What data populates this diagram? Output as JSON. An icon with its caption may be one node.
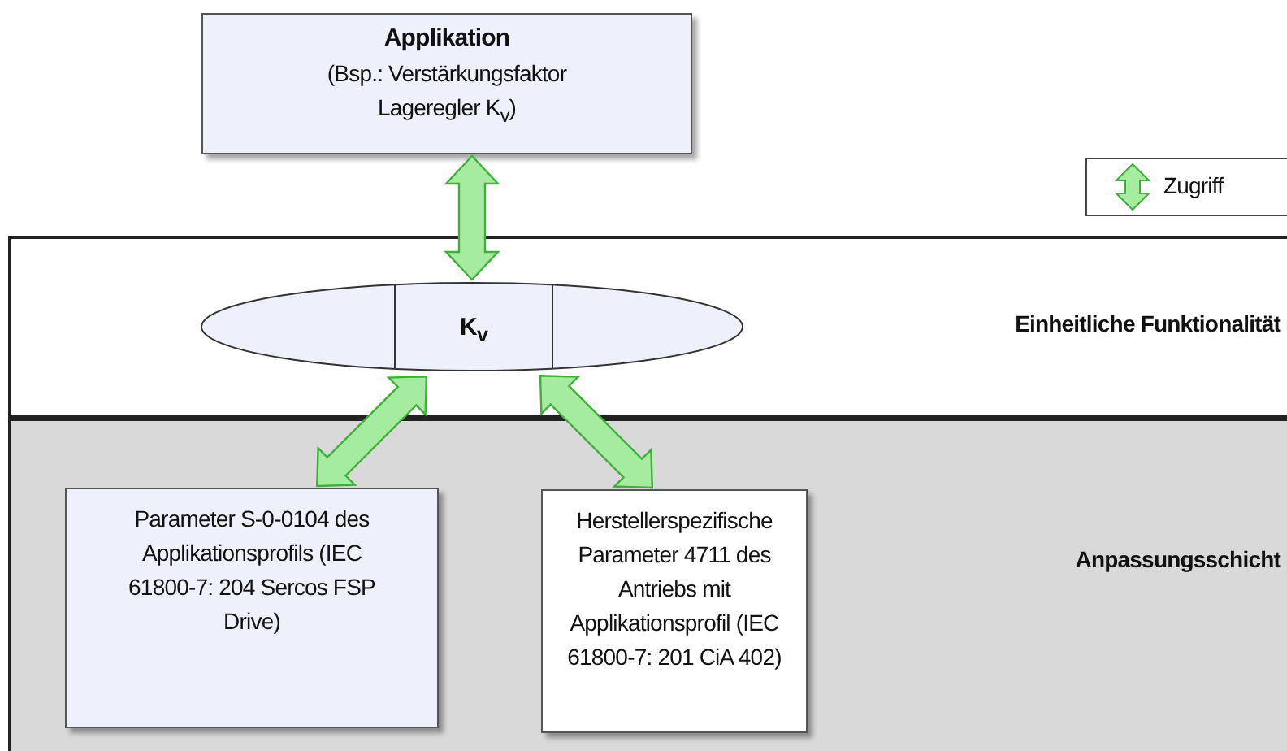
{
  "diagram": {
    "nodes": [
      {
        "text": [
          "Applikation",
          "(Bsp.: Verstärkungsfaktor Lageregler K$_{v}$)"
        ]
      },
      {
        "text": [
          "Einheitliche Funktionalität"
        ]
      },
      {
        "text": [
          "K$_{v}$"
        ],
        "in": 1
      },
      {
        "text": [
          "Anpassungsschicht"
        ]
      },
      {
        "text": [
          "Parameter S-0-0104 des Applikationsprofils (IEC 61800-7: 204 Sercos FSP Drive)"
        ],
        "in": 3
      },
      {
        "text": [
          "Herstellerspezifische Parameter 4711 des Antriebs mit Applikationsprofil (IEC 61800-7: 201 CiA 402)"
        ],
        "in": 3
      }
    ],
    "edges": [
      {
        "from": 0,
        "to": 2,
        "arrow": "both"
      },
      {
        "from": 2,
        "to": 4,
        "arrow": "both"
      },
      {
        "from": 2,
        "to": 5,
        "arrow": "both"
      }
    ],
    "legend": [
      {
        "text": "Zugriff"
      }
    ]
  }
}
